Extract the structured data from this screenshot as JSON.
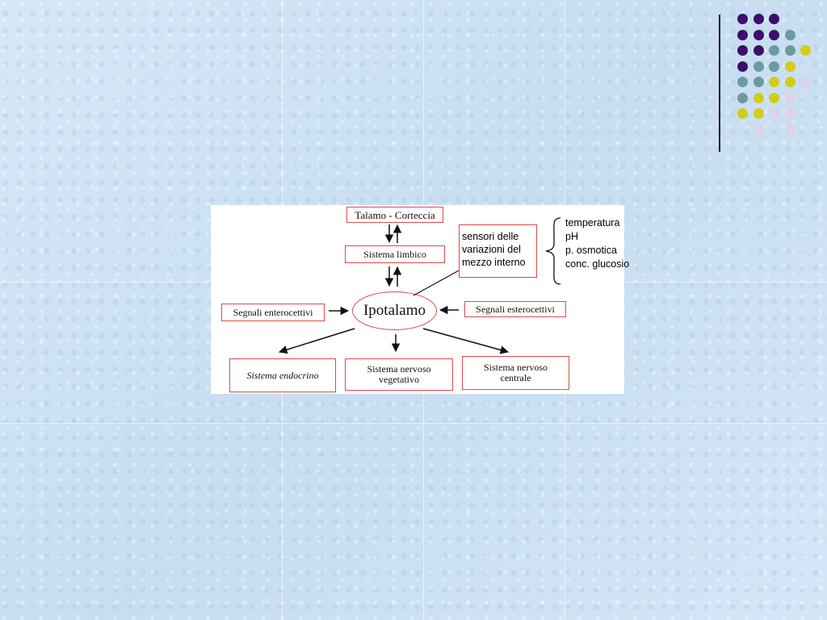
{
  "diagram": {
    "nodes": {
      "talamo": "Talamo - Corteccia",
      "limbico": "Sistema limbico",
      "ipotalamo": "Ipotalamo",
      "enterocettivi": "Segnali enterocettivi",
      "esterocettivi": "Segnali esterocettivi",
      "endocrino": "Sistema endocrino",
      "vegetativo": [
        "Sistema nervoso",
        "vegetativo"
      ],
      "centrale": [
        "Sistema nervoso",
        "centrale"
      ]
    },
    "sensor_box": [
      "sensori delle",
      "variazioni del",
      "mezzo interno"
    ],
    "parameters": [
      "temperatura",
      "pH",
      "p. osmotica",
      "conc. glucosio"
    ]
  },
  "decor": {
    "dot_colors": {
      "purple": "#3a0f6b",
      "teal": "#6b9aa0",
      "yellow": "#d2cc1a",
      "lilac": "#ddd3e6"
    },
    "dot_rows": [
      [
        "purple",
        "purple",
        "purple",
        null
      ],
      [
        "purple",
        "purple",
        "purple",
        "teal"
      ],
      [
        "purple",
        "purple",
        "teal",
        "teal",
        "yellow"
      ],
      [
        "purple",
        "teal",
        "teal",
        "yellow"
      ],
      [
        "teal",
        "teal",
        "yellow",
        "yellow",
        "lilac"
      ],
      [
        "teal",
        "yellow",
        "yellow",
        "lilac"
      ],
      [
        "yellow",
        "yellow",
        "lilac",
        "lilac"
      ],
      [
        null,
        "lilac",
        null,
        "lilac"
      ]
    ]
  }
}
